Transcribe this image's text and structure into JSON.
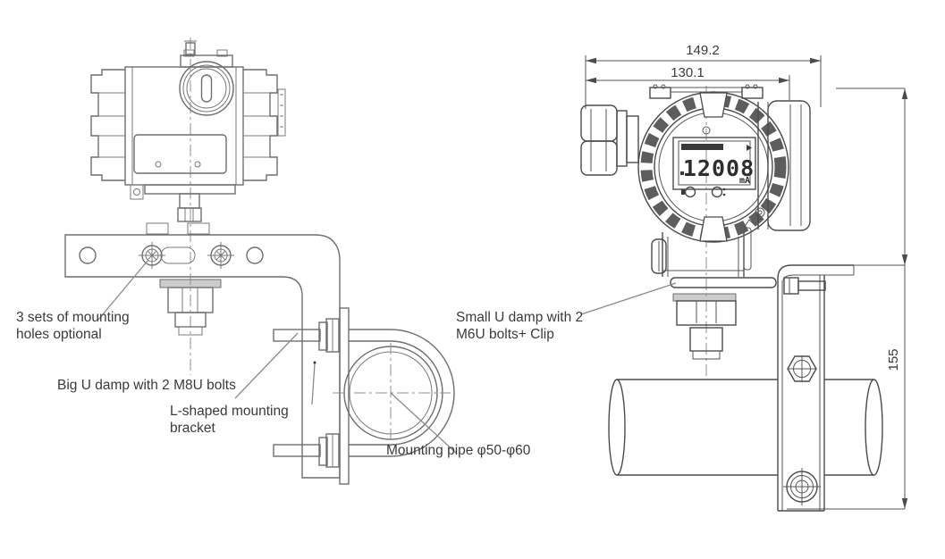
{
  "figure_left": {
    "labels": {
      "mounting_holes_1": "3 sets of mounting",
      "mounting_holes_2": "holes optional",
      "big_u_clamp": "Big U damp with 2 M8U bolts",
      "l_bracket_1": "L-shaped mounting",
      "l_bracket_2": "bracket",
      "mounting_pipe": "Mounting pipe φ50-φ60"
    }
  },
  "figure_right": {
    "labels": {
      "small_u_clamp_1": "Small U damp with 2",
      "small_u_clamp_2": "M6U bolts+ Clip"
    },
    "dimensions": {
      "overall_width": "149.2",
      "cover_width": "130.1",
      "bracket_height": "155"
    },
    "display": {
      "value": "12008",
      "unit": "mA"
    }
  },
  "colors": {
    "line_left": "#6e6e6e",
    "line_right": "#4b4b4b",
    "text": "#3a3a3a",
    "lcd_segment": "#2e2e2e"
  }
}
